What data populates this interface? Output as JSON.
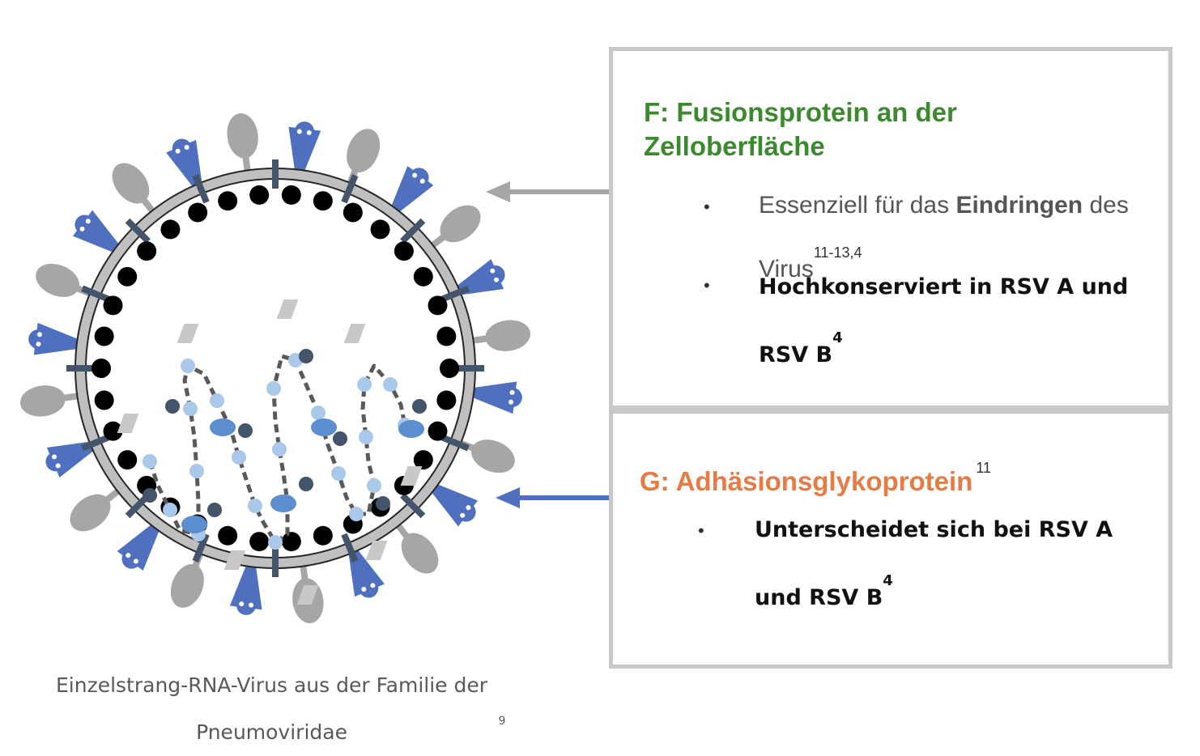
{
  "caption": {
    "text": "Einzelstrang-RNA-Virus aus der Familie der Pneumoviridae",
    "ref": "9"
  },
  "panel_f": {
    "title": "F: Fusionsprotein an der Zelloberfläche",
    "bullet_1": {
      "text_before": "Essenziell für das ",
      "emphasis": "Eindringen",
      "text_after": " des Virus",
      "ref": "11-13,4"
    },
    "bullet_2": {
      "text": "Hochkonserviert in RSV A und RSV B",
      "ref": "4"
    }
  },
  "panel_g": {
    "title": "G: Adhäsionsglykoprotein",
    "title_ref": "11",
    "bullet_1": {
      "text": "Unterscheidet sich bei RSV A und RSV B",
      "ref": "4"
    }
  },
  "colors": {
    "f_title": "#3b8a2e",
    "g_title": "#e87a44",
    "g_protein": "#4f6fbf",
    "f_protein": "#a6a6a6",
    "membrane": "#bfbfbf",
    "nucleoprotein_light": "#a9c8ea",
    "nucleoprotein_mid": "#5b8ecf",
    "dark_node": "#44546a",
    "matrix": "#000000"
  },
  "bullet_symbol": "•"
}
